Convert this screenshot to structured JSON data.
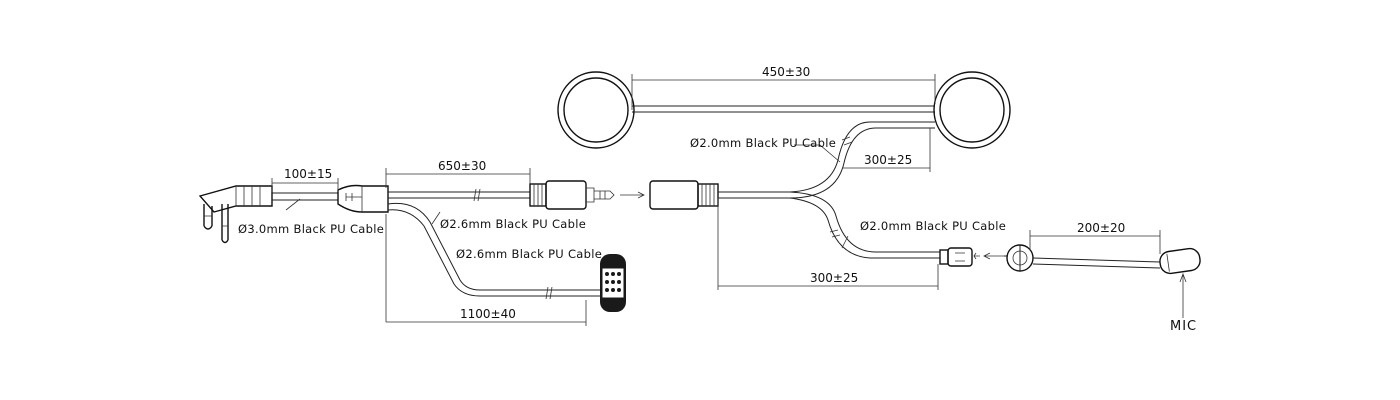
{
  "dimensions": {
    "plug_cable": "100±15",
    "upper_cable": "650±30",
    "lower_cable": "1100±40",
    "speaker_span": "450±30",
    "upper_branch": "300±25",
    "lower_branch": "300±25",
    "mic_boom": "200±20"
  },
  "cable_labels": {
    "plug": "Ø3.0mm Black PU Cable",
    "upper": "Ø2.6mm Black PU Cable",
    "lower": "Ø2.6mm Black PU Cable",
    "speaker": "Ø2.0mm Black PU Cable",
    "mic": "Ø2.0mm Black PU Cable"
  },
  "callouts": {
    "mic": "MIC"
  }
}
